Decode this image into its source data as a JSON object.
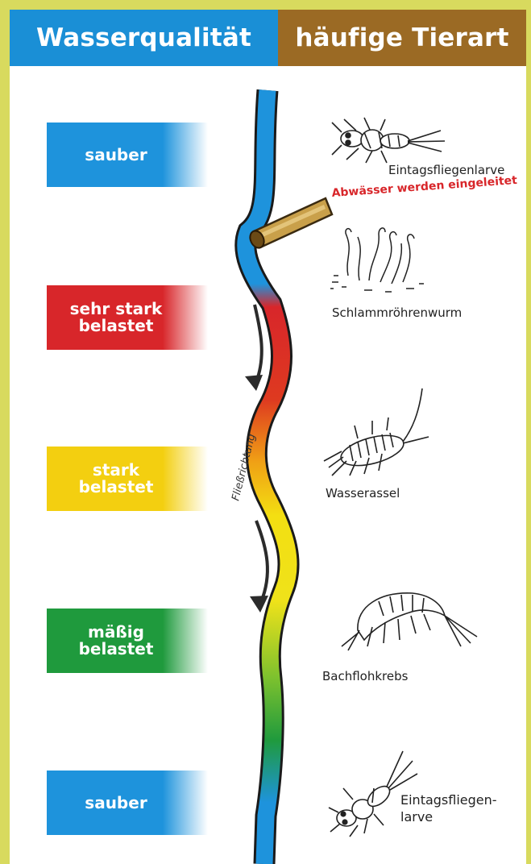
{
  "headers": {
    "left": "Wasserqualität",
    "right": "häufige Tierart"
  },
  "quality_levels": [
    {
      "label": "sauber",
      "color": "#1e93dc"
    },
    {
      "label": "sehr stark\nbelastet",
      "color": "#d8262a"
    },
    {
      "label": "stark\nbelastet",
      "color": "#f3cf10"
    },
    {
      "label": "mäßig\nbelastet",
      "color": "#1f9a3d"
    },
    {
      "label": "sauber",
      "color": "#1e93dc"
    }
  ],
  "animals": [
    {
      "label": "Eintagsfliegenlarve",
      "icon": "mayfly-larva-icon"
    },
    {
      "label": "Schlammröhrenwurm",
      "icon": "sludge-worm-icon"
    },
    {
      "label": "Wasserassel",
      "icon": "water-louse-icon"
    },
    {
      "label": "Bachflohkrebs",
      "icon": "freshwater-shrimp-icon"
    },
    {
      "label": "Eintagsfliegen-\nlarve",
      "icon": "mayfly-larva-icon"
    }
  ],
  "annotations": {
    "inflow": "Abwässer werden eingeleitet",
    "flow_direction": "Fließrichtung"
  },
  "colors": {
    "frame": "#d8da5e",
    "header_left": "#1a8fd6",
    "header_right": "#9b6a24",
    "clean": "#1e93dc",
    "heavily_polluted": "#d8262a",
    "polluted": "#f3cf10",
    "moderately_polluted": "#1f9a3d",
    "pipe": "#c9a04a"
  }
}
